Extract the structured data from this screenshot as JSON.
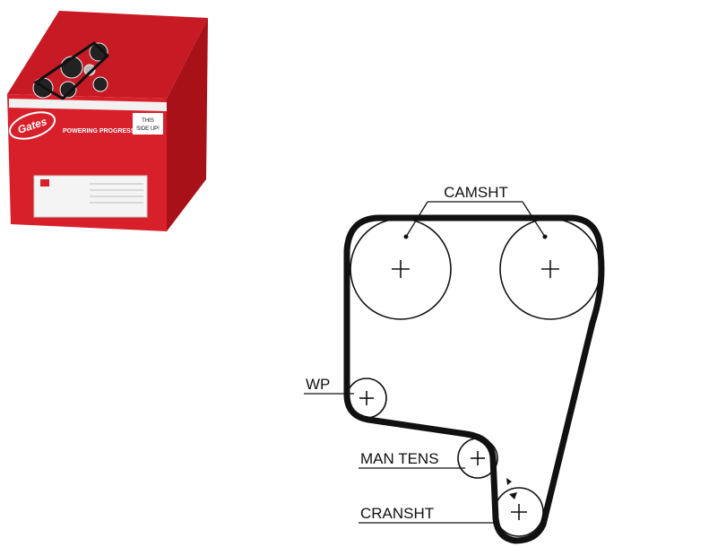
{
  "product_box": {
    "brand": "Gates",
    "tagline": "POWERING PROGRESS™",
    "orientation_badge": [
      "THIS",
      "SIDE UP!"
    ],
    "colors": {
      "box_red": "#d8202b",
      "box_dark": "#9e1018",
      "label_white": "#f2f2f2"
    }
  },
  "diagram": {
    "labels": {
      "camshaft": "CAMSHT",
      "water_pump": "WP",
      "manual_tensioner": "MAN TENS",
      "crankshaft": "CRANSHT"
    },
    "colors": {
      "belt": "#111111",
      "pulley_outline": "#111111"
    }
  }
}
